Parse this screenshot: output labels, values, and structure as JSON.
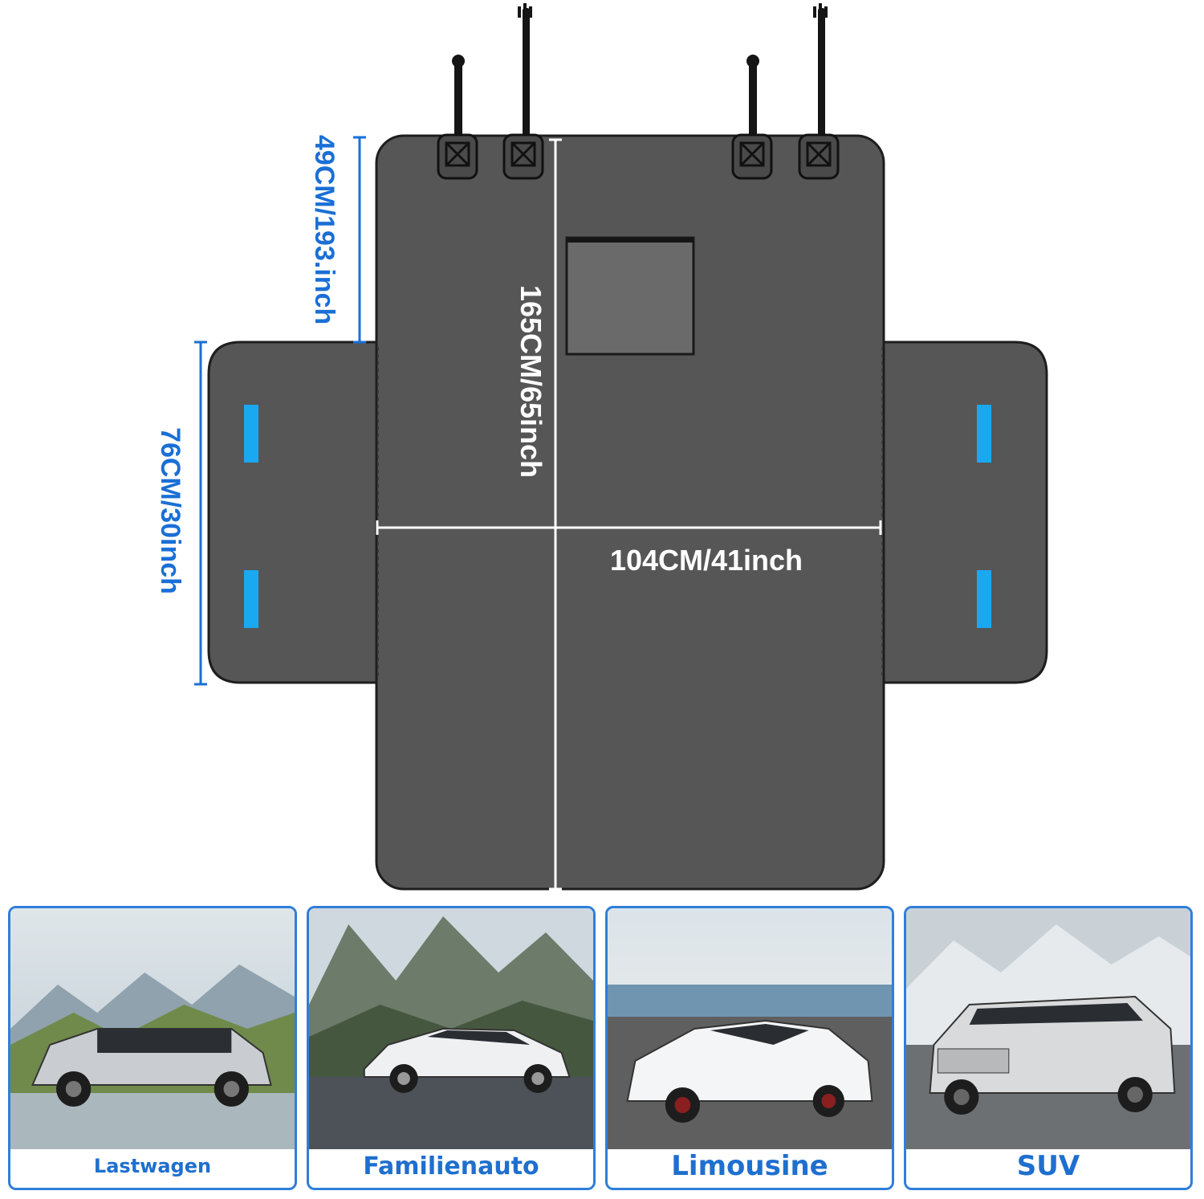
{
  "dimensions": {
    "upper_height": "49CM/193.inch",
    "side_flap_height": "76CM/30inch",
    "length": "165CM/65inch",
    "width": "104CM/41inch"
  },
  "colors": {
    "mat": "#565656",
    "mat_edge": "#1e1e1e",
    "accent_blue": "#1a6fd6",
    "strap_blue": "#1aa8f0",
    "card_border": "#2f7fd8"
  },
  "vehicles": [
    {
      "label": "Lastwagen",
      "icon": "off-road-suv-icon"
    },
    {
      "label": "Familienauto",
      "icon": "sedan-car-icon"
    },
    {
      "label": "Limousine",
      "icon": "sports-car-icon"
    },
    {
      "label": "SUV",
      "icon": "suv-car-icon"
    }
  ]
}
